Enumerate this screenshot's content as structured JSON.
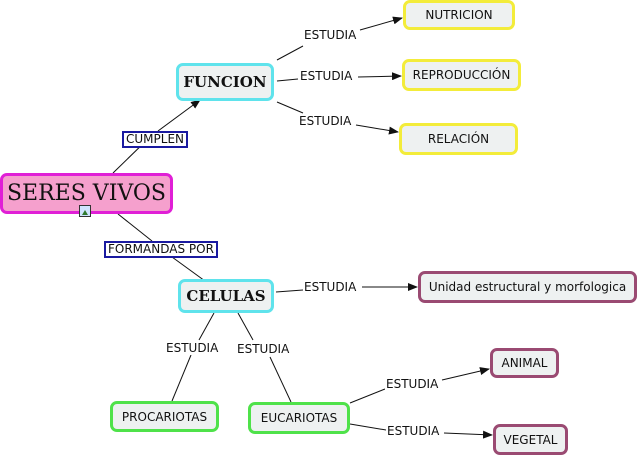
{
  "map": {
    "root": "SERES VIVOS",
    "funcion": "FUNCION",
    "celulas": "CELULAS",
    "nutricion": "NUTRICION",
    "reproduccion": "REPRODUCCIÓN",
    "relacion": "RELACIÓN",
    "unidad": "Unidad estructural y morfologica",
    "procariotas": "PROCARIOTAS",
    "eucariotas": "EUCARIOTAS",
    "animal": "ANIMAL",
    "vegetal": "VEGETAL"
  },
  "links": {
    "cumplen": "CUMPLEN",
    "formandas": "FORMANDAS POR",
    "estudia": "ESTUDIA"
  },
  "colors": {
    "cyan": "#5fe3ec",
    "yellow": "#f3ec3a",
    "maroon": "#9a4a72",
    "green": "#4fe24a",
    "magenta": "#e01fd6",
    "pink_fill": "#f5a0cd",
    "label_border": "#1a1aa0"
  },
  "icons": {
    "root_attachment": "image-icon"
  }
}
